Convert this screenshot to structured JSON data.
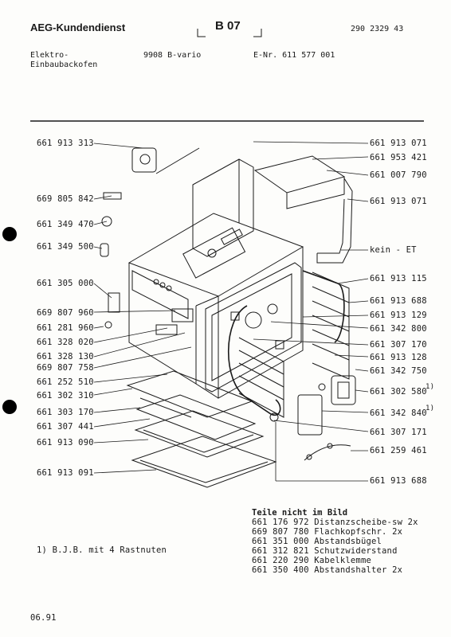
{
  "header": {
    "brand": "AEG-Kundendienst",
    "sheet": "B 07",
    "doc_number": "290 2329 43",
    "product_line1": "Elektro-",
    "product_line2": "Einbaubackofen",
    "model": "9908 B-vario",
    "enr": "E-Nr. 611 577 001"
  },
  "left_labels": [
    "661 913 313",
    "669 805 842",
    "661 349 470",
    "661 349 500",
    "661 305 000",
    "669 807 960",
    "661 281 960",
    "661 328 020",
    "661 328 130",
    "669 807 758",
    "661 252 510",
    "661 302 310",
    "661 303 170",
    "661 307 441",
    "661 913 090",
    "661 913 091"
  ],
  "right_labels": [
    "661 913 071",
    "661 953 421",
    "661 007 790",
    "661 913 071",
    "kein - ET",
    "661 913 115",
    "661 913 688",
    "661 913 129",
    "661 342 800",
    "661 307 170",
    "661 913 128",
    "661 342 750",
    "661 302 580",
    "661 342 840",
    "661 307 171",
    "661 259 461",
    "661 913 688"
  ],
  "footnote_marker": "1)",
  "footnote": "1) B.J.B. mit 4 Rastnuten",
  "notes": {
    "title": "Teile nicht im Bild",
    "items": [
      "661 176 972 Distanzscheibe-sw 2x",
      "669 807 780 Flachkopfschr. 2x",
      "661 351 000 Abstandsbügel",
      "661 312 821 Schutzwiderstand",
      "661 220 290 Kabelklemme",
      "661 350 400 Abstandshalter 2x"
    ]
  },
  "date": "06.91"
}
